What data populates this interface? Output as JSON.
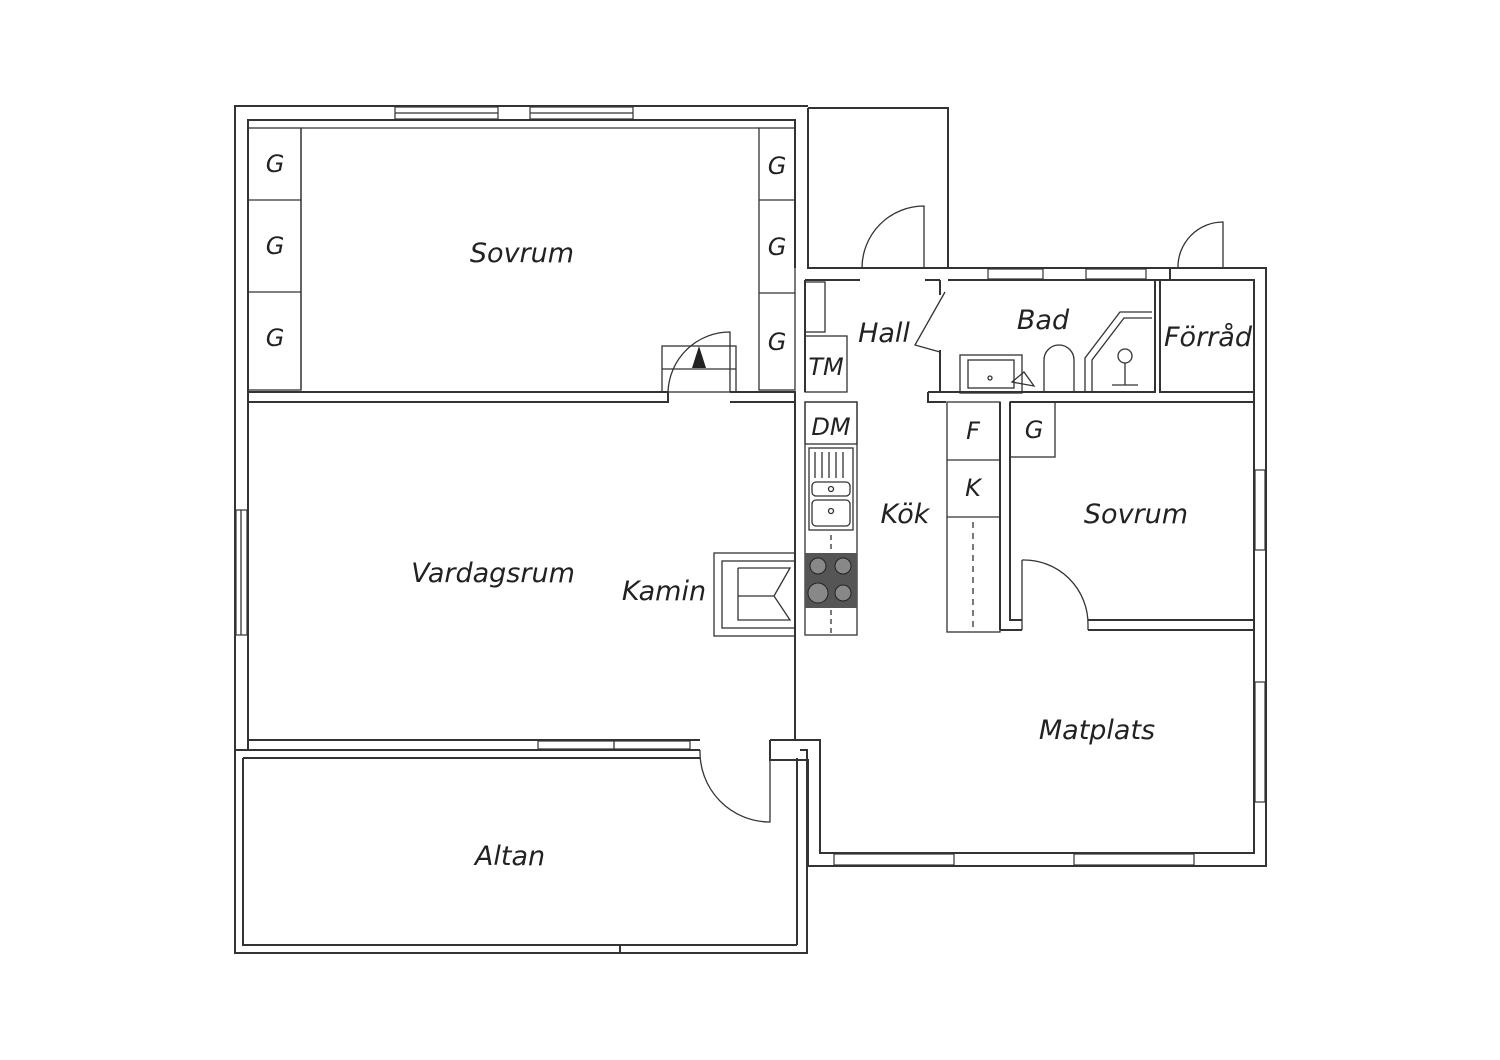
{
  "rooms": {
    "sovrum_top": "Sovrum",
    "hall": "Hall",
    "bad": "Bad",
    "forrad": "Förråd",
    "vardagsrum": "Vardagsrum",
    "kamin": "Kamin",
    "kok": "Kök",
    "sovrum_right": "Sovrum",
    "matplats": "Matplats",
    "altan": "Altan"
  },
  "fixtures": {
    "wardrobe": "G",
    "tm": "TM",
    "dm": "DM",
    "freezer": "F",
    "fridge": "K"
  },
  "colors": {
    "line": "#333333",
    "stove": "#555555"
  }
}
